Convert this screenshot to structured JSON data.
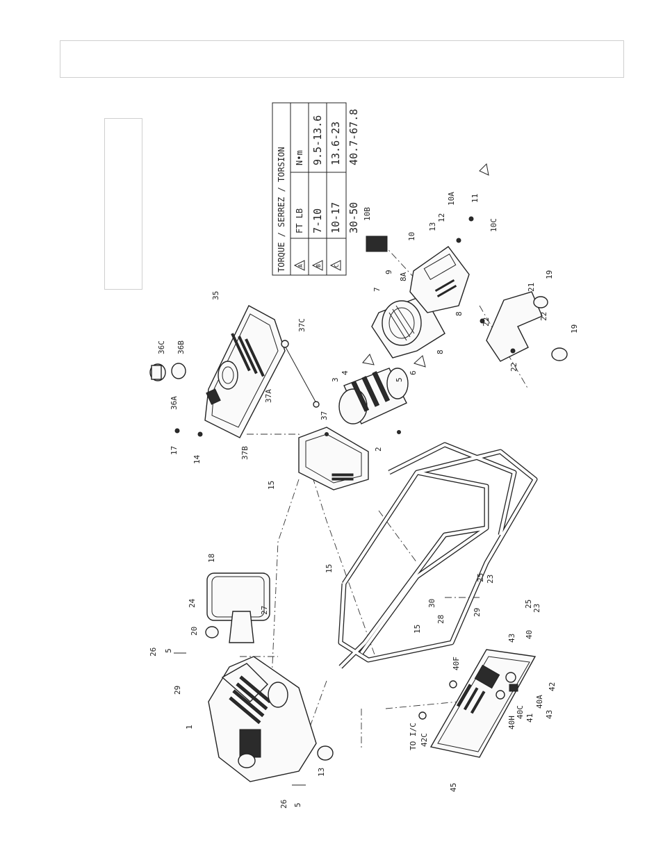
{
  "torque_table": {
    "title": "TORQUE / SERREZ / TORSION",
    "col_ft_lb": "FT LB",
    "col_nm": "N•m",
    "rows": [
      {
        "symbol": "A",
        "ft_lb": "7-10",
        "nm": "9.5-13.6"
      },
      {
        "symbol": "B",
        "ft_lb": "10-17",
        "nm": "13.6-23"
      },
      {
        "symbol": "C",
        "ft_lb": "30-50",
        "nm": "40.7-67.8"
      }
    ]
  },
  "labels": {
    "p1": "1",
    "p2": "2",
    "p3": "3",
    "p4": "4",
    "p5": "5",
    "p6": "6",
    "p7": "7",
    "p8": "8",
    "p8a": "8A",
    "p9": "9",
    "p10": "10",
    "p10a": "10A",
    "p10b": "10B",
    "p10c": "10C",
    "p11": "11",
    "p12": "12",
    "p13": "13",
    "p14": "14",
    "p15": "15",
    "p17": "17",
    "p18": "18",
    "p19": "19",
    "p20": "20",
    "p21": "21",
    "p22": "22",
    "p23": "23",
    "p24": "24",
    "p25": "25",
    "p26": "26",
    "p27": "27",
    "p28": "28",
    "p29": "29",
    "p30": "30",
    "p35": "35",
    "p36a": "36A",
    "p36b": "36B",
    "p36c": "36C",
    "p37": "37",
    "p37a": "37A",
    "p37b": "37B",
    "p37c": "37C",
    "p40": "40",
    "p40a": "40A",
    "p40c": "40C",
    "p40h": "40H",
    "p40f": "40F",
    "p41": "41",
    "p42": "42",
    "p42c": "42C",
    "p43": "43",
    "p45": "45",
    "to_ic": "TO I/C"
  }
}
